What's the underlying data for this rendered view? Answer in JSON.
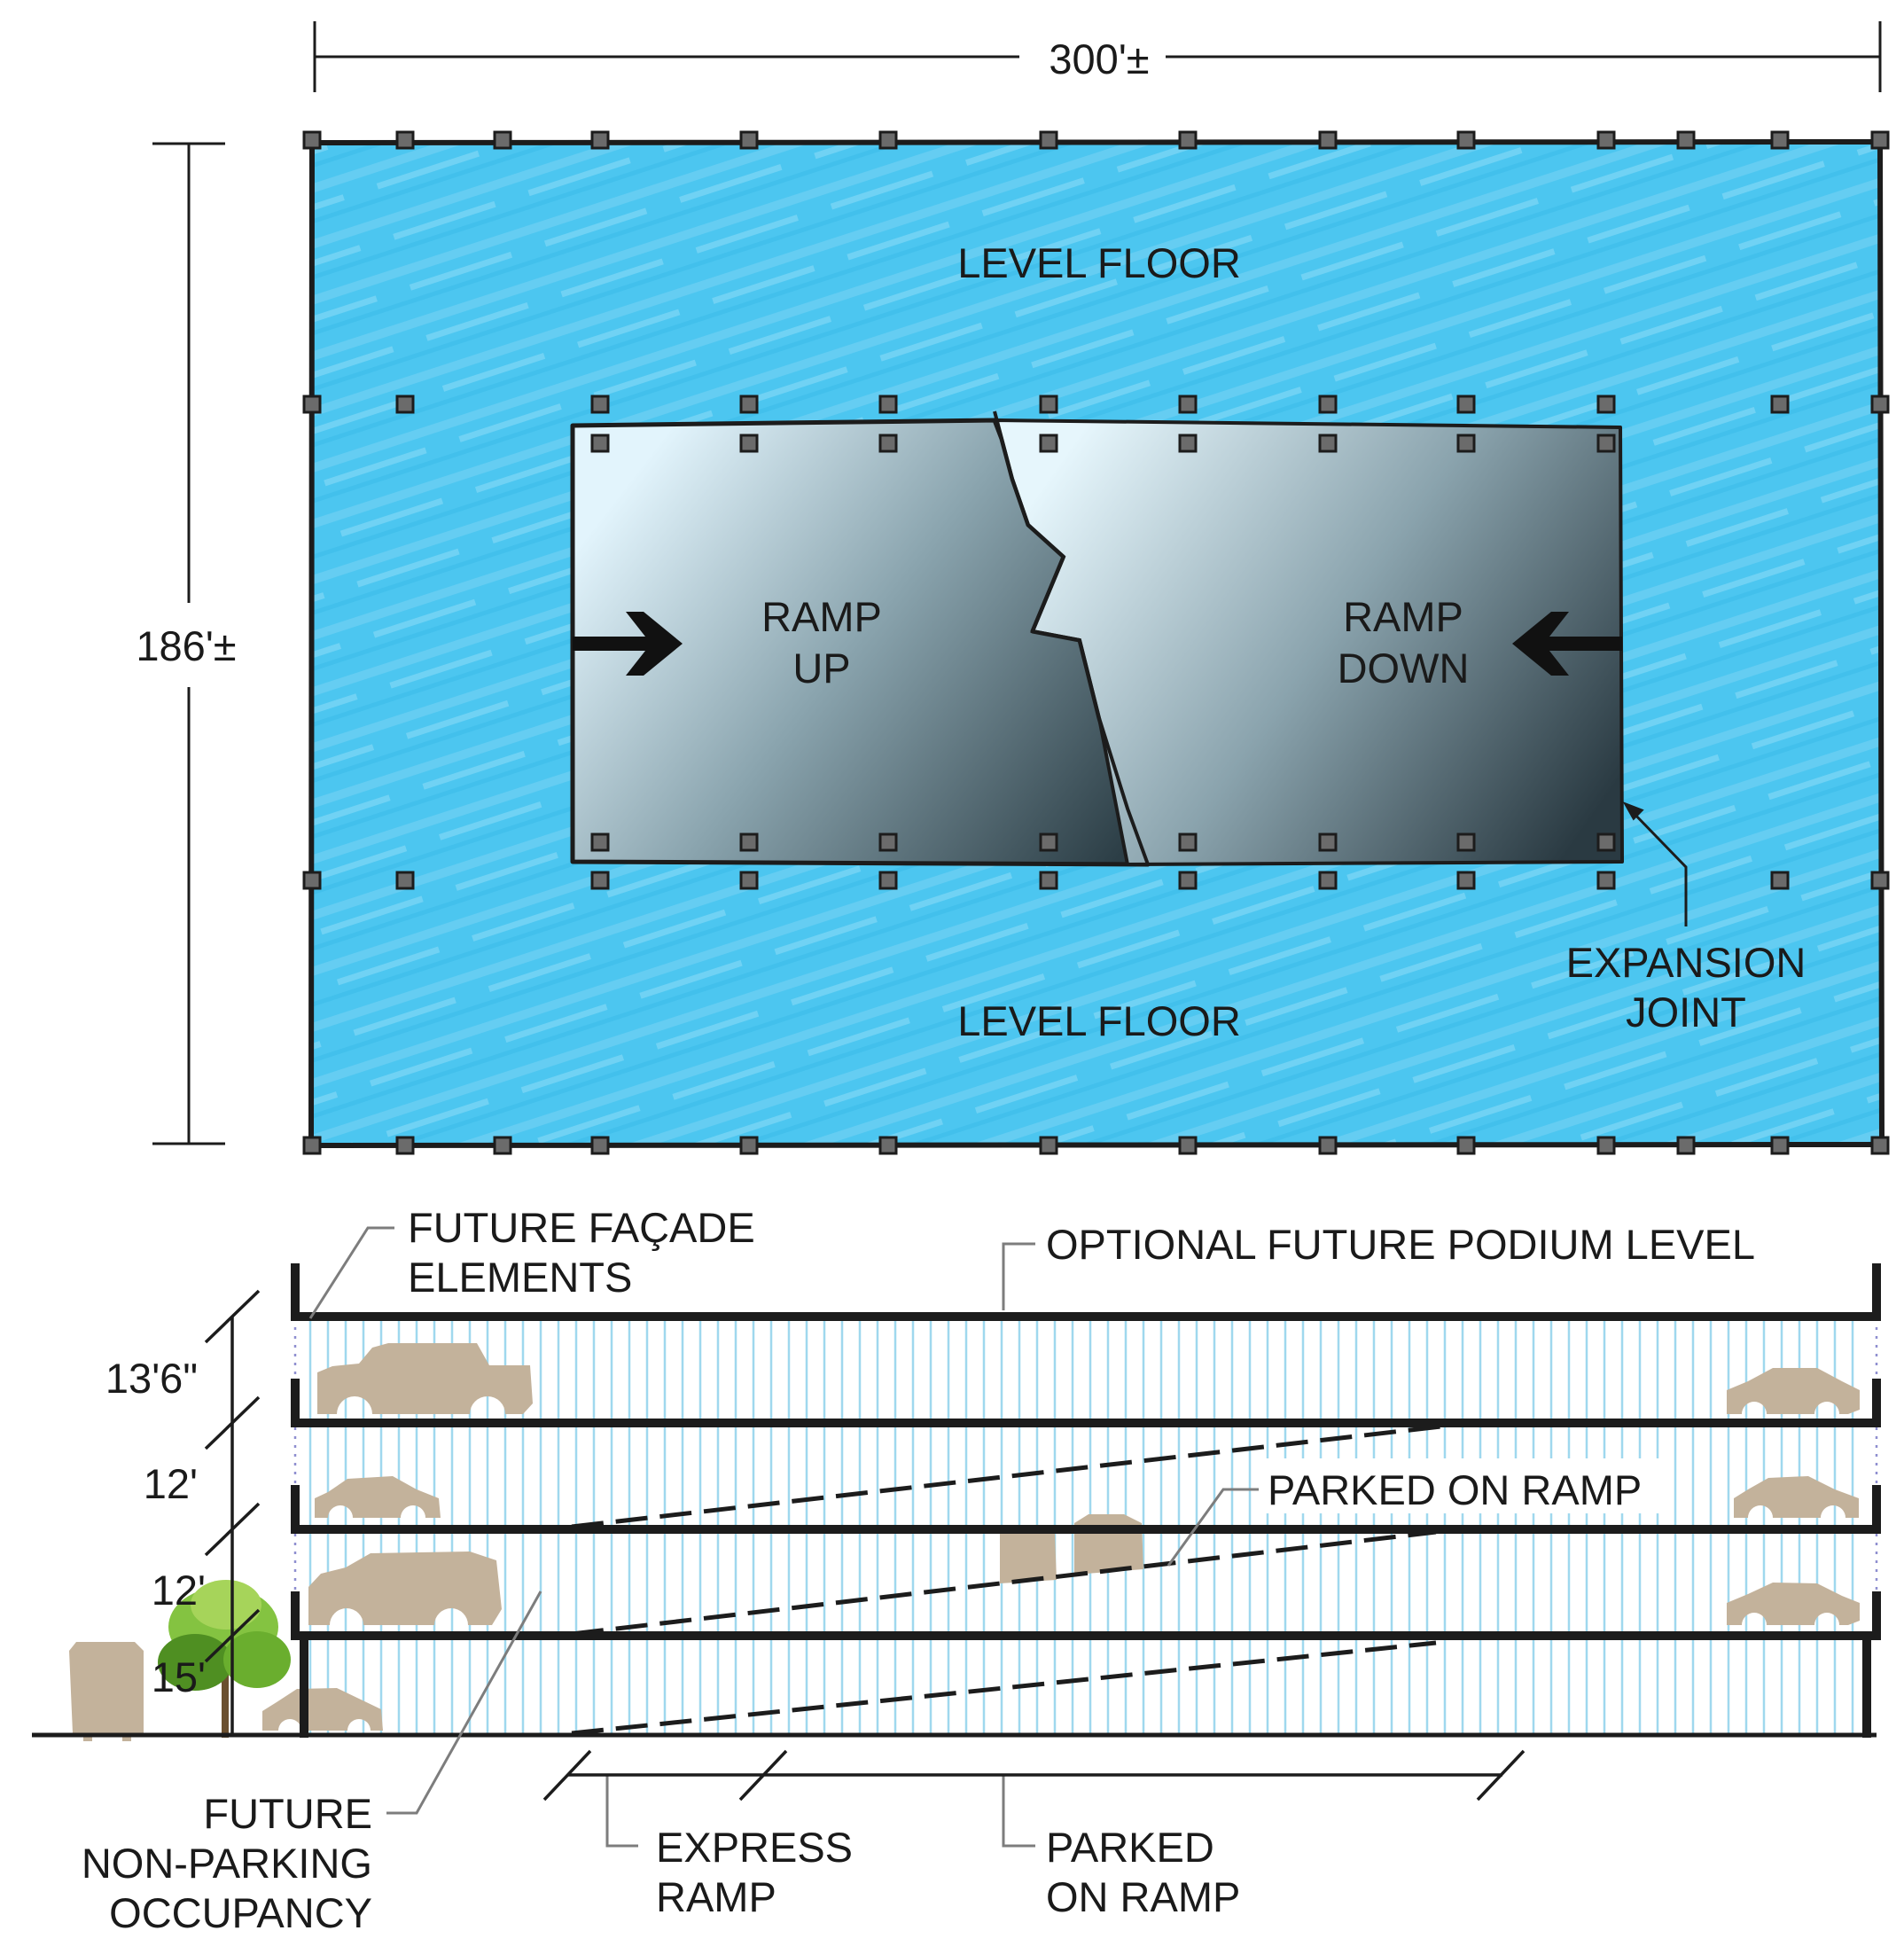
{
  "plan": {
    "width_dim": "300'±",
    "height_dim": "186'±",
    "level_floor_top": "LEVEL FLOOR",
    "level_floor_bottom": "LEVEL FLOOR",
    "ramp_up": [
      "RAMP",
      "UP"
    ],
    "ramp_down": [
      "RAMP",
      "DOWN"
    ],
    "expansion_joint": [
      "EXPANSION",
      "JOINT"
    ]
  },
  "section": {
    "future_facade": [
      "FUTURE FAÇADE",
      "ELEMENTS"
    ],
    "optional_podium": "OPTIONAL FUTURE PODIUM LEVEL",
    "parked_on_ramp_upper": "PARKED ON RAMP",
    "heights": [
      "13'6\"",
      "12'",
      "12'",
      "15'"
    ],
    "future_non_parking": [
      "FUTURE",
      "NON-PARKING",
      "OCCUPANCY"
    ],
    "express_ramp": [
      "EXPRESS",
      "RAMP"
    ],
    "parked_on_ramp_lower": [
      "PARKED",
      "ON RAMP"
    ]
  },
  "colors": {
    "floor_blue": "#4cc6f0",
    "floor_blue_light": "#8ad9f6",
    "ramp_dark": "#33464e",
    "ramp_light": "#dff2fb",
    "column": "#6b6b6b",
    "structure": "#1c1c1c",
    "screen_line": "#9fd8ee",
    "vehicle": "#c3b29b",
    "tree_green": "#84c341",
    "tree_dark": "#4f8f22"
  }
}
